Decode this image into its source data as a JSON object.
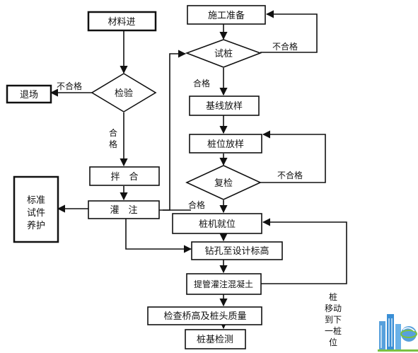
{
  "nodes": {
    "material_in": "材料进",
    "inspect": "检验",
    "reject_site": "退场",
    "mixing": "拌　合",
    "pouring": "灌　注",
    "standard_cure": [
      "标准",
      "试件",
      "养护"
    ],
    "construction_prep": "施工准备",
    "trial_pile": "试桩",
    "baseline_layout": "基线放样",
    "pile_layout": "桩位放样",
    "recheck": "复检",
    "rig_in_place": "桩机就位",
    "drill_to_elevation": "钻孔至设计标高",
    "lift_pipe_pour": "提管灌注混凝土",
    "check_quality": "检查桥高及桩头质量",
    "pile_testing": "桩基检测"
  },
  "labels": {
    "fail_left": "不合格",
    "pass_vertical": [
      "合",
      "格"
    ],
    "fail_trial": "不合格",
    "pass_trial": "合格",
    "fail_recheck": "不合格",
    "pass_recheck": "合格"
  },
  "side_note": [
    "桩",
    "移动",
    "到下",
    "一桩",
    "位"
  ],
  "colors": {
    "line": "#111111",
    "box_fill": "#ffffff",
    "logo_blue": "#3a8fd6",
    "logo_green": "#7ac142"
  },
  "logo_icon": "building-globe-logo"
}
